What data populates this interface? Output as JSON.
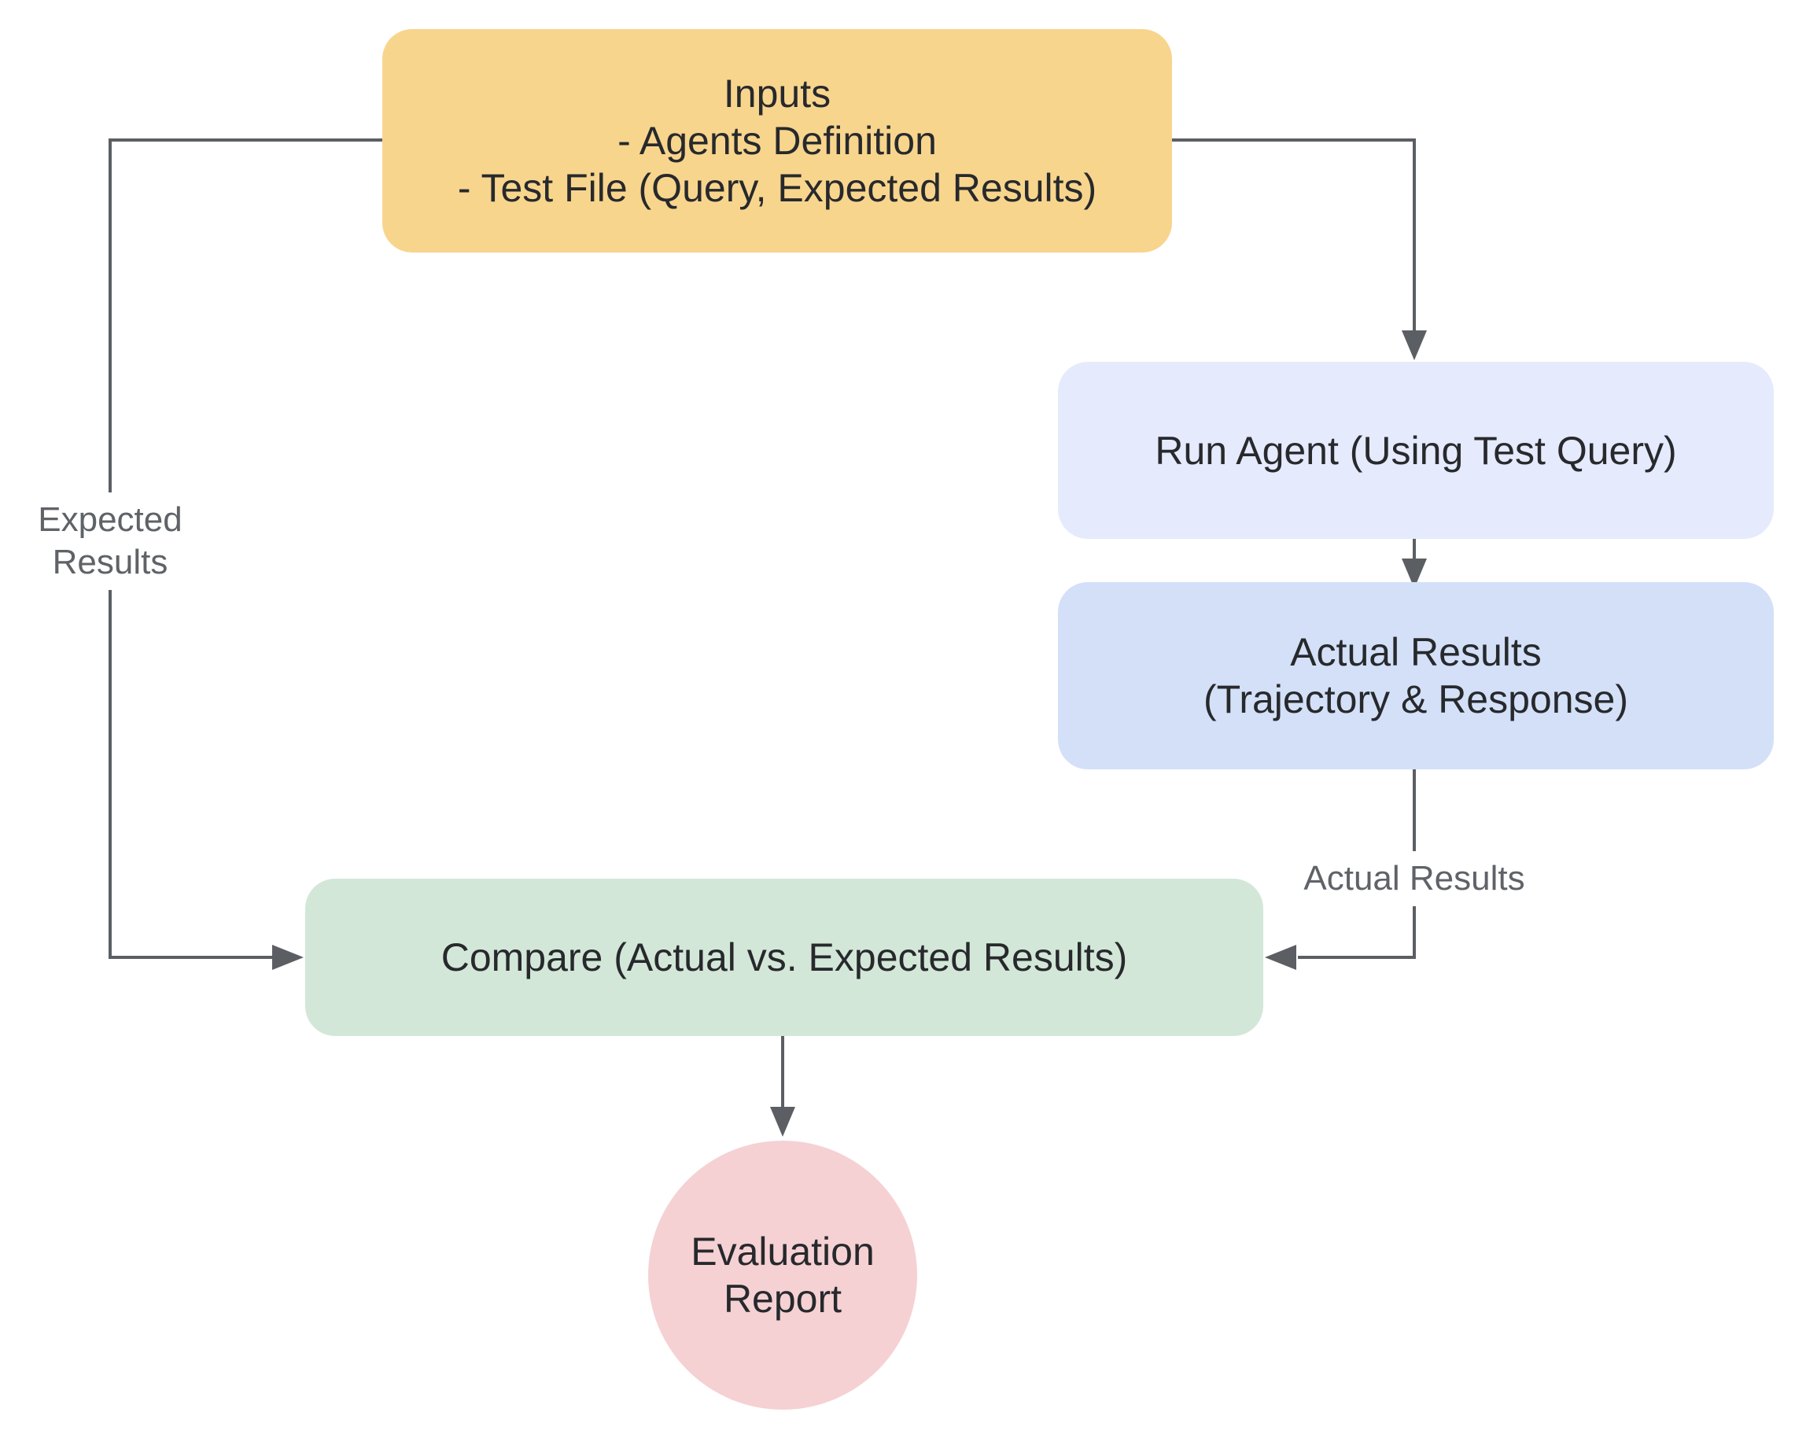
{
  "diagram": {
    "background": "#FFFFFF",
    "connector_color": "#5B5F64",
    "node_text_color": "#27292C",
    "edge_label_color": "#5F6368",
    "nodes": {
      "inputs": {
        "fill": "#F8D58D",
        "lines": [
          "Inputs",
          "- Agents Definition",
          "- Test File (Query, Expected Results)"
        ]
      },
      "run_agent": {
        "fill": "#E5EAFC",
        "lines": [
          "Run Agent (Using Test Query)"
        ]
      },
      "actual_results": {
        "fill": "#D3E0F8",
        "lines": [
          "Actual Results",
          "(Trajectory & Response)"
        ]
      },
      "compare": {
        "fill": "#D3E7D9",
        "lines": [
          "Compare (Actual vs. Expected Results)"
        ]
      },
      "evaluation_report": {
        "fill": "#F5D1D4",
        "lines": [
          "Evaluation",
          "Report"
        ]
      }
    },
    "edge_labels": {
      "expected_results": {
        "lines": [
          "Expected",
          "Results"
        ]
      },
      "actual_results": {
        "lines": [
          "Actual Results"
        ]
      }
    }
  }
}
